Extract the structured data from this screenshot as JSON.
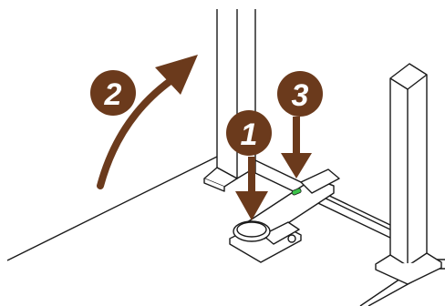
{
  "colors": {
    "step_marker": "#6b3a1c",
    "step_number": "#ffffff",
    "line": "#1a1a1a",
    "indicator": "#3cc24a",
    "paper": "#ffffff"
  },
  "steps": [
    {
      "number": "1",
      "action": "press-down",
      "icon": "arrow-down-icon"
    },
    {
      "number": "2",
      "action": "lift-up",
      "icon": "curved-arrow-icon"
    },
    {
      "number": "3",
      "action": "press-down",
      "icon": "arrow-down-icon"
    }
  ]
}
